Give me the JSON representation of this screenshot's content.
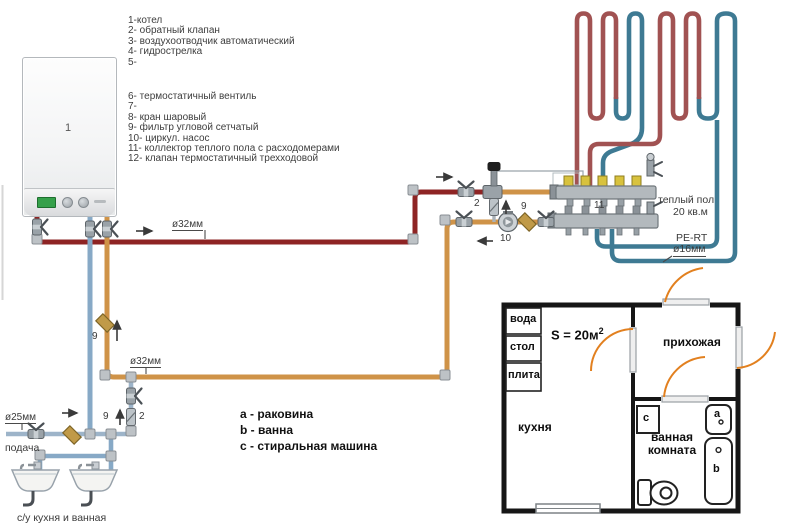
{
  "colors": {
    "supply_red": "#8e2424",
    "coil_red": "#a15252",
    "coil_blue": "#3e7a93",
    "return_orange": "#cf9348",
    "cold_blue": "#87a9c6",
    "door_orange": "#e2801f",
    "meter_yellow": "#d8c23e",
    "brass": "#c09a48"
  },
  "legend": {
    "items": [
      "1-котел",
      "2- обратный клапан",
      "3- воздухоотводчик автоматический",
      "4- гидрострелка",
      "5-",
      "6- термостатичный вентиль",
      "7-",
      "8- кран шаровый",
      "9- фильтр угловой сетчатый",
      "10- циркул. насос",
      "11- коллектор теплого пола с расходомерами",
      "12- клапан термостатичный трехходовой"
    ]
  },
  "abc": [
    "a - раковина",
    "b - ванна",
    "с - стиральная машина"
  ],
  "callouts": {
    "boiler_num": "1",
    "check_top": "2",
    "filter_mid_row": "9",
    "pump": "10",
    "manifold": "11",
    "filter_riser": "9",
    "makeup_filter": "9",
    "makeup_check": "2",
    "dn32_main": "ø32мм",
    "dn32_return": "ø32мм",
    "dn25": "ø25мм",
    "supply_word": "подача",
    "sinks_caption": "с/у кухня и  ванная",
    "floor_heat_line1": "теплый пол",
    "floor_heat_line2": "20 кв.м",
    "pipe_spec_line1": "PE-RT",
    "pipe_spec_line2": "ø16мм"
  },
  "floor_plan": {
    "area_label": "S = 20м",
    "area_sup": "2",
    "kitchen": "кухня",
    "hallway": "прихожая",
    "bathroom_line1": "ванная",
    "bathroom_line2": "комната",
    "kitchen_items": [
      "вода",
      "стол",
      "плита"
    ],
    "letters": {
      "a": "a",
      "b": "b",
      "c": "c"
    }
  }
}
